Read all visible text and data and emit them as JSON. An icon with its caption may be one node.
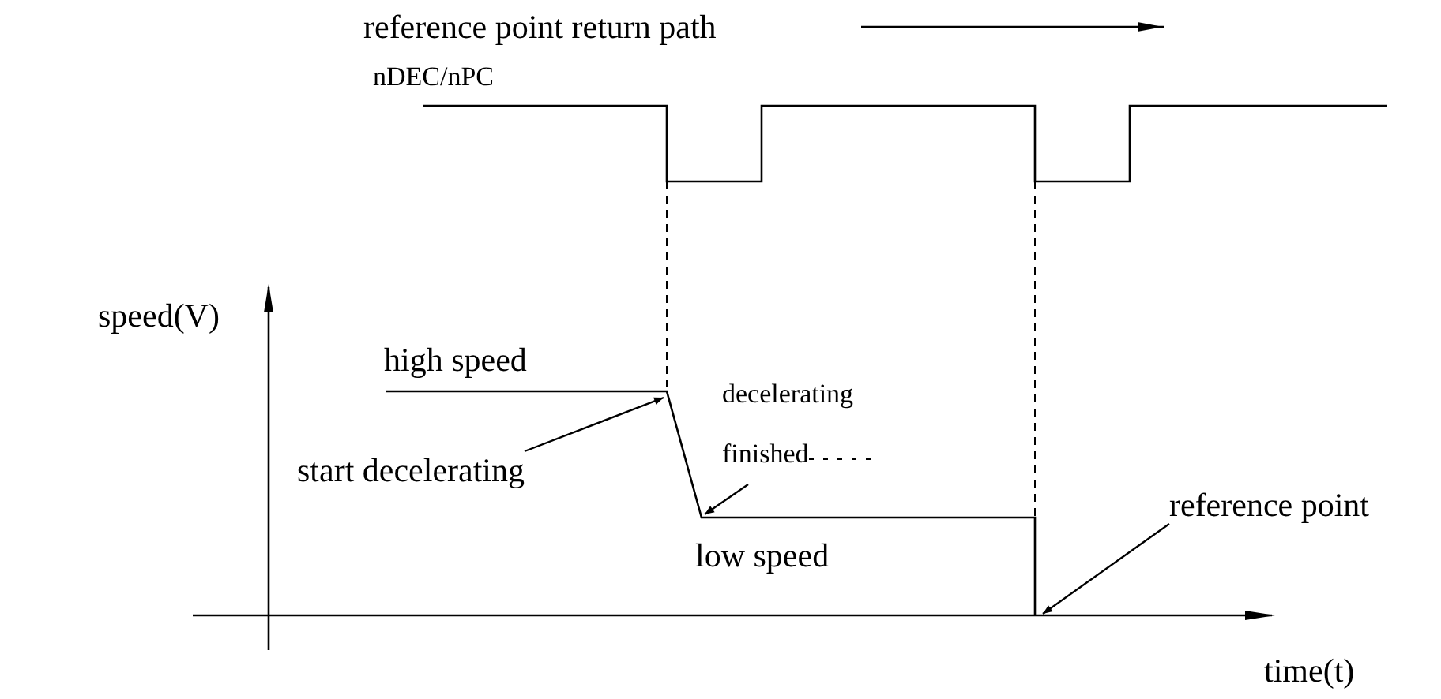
{
  "diagram": {
    "nodes": [
      {
        "text": [
          "start decelerating"
        ]
      },
      {
        "text": [
          "decelerating finished"
        ]
      },
      {
        "text": [
          "reference point"
        ]
      },
      {
        "text": [],
        "shape": "line"
      }
    ],
    "edges": [
      {
        "from": 0,
        "to": 3,
        "arrow": "to"
      },
      {
        "from": 1,
        "to": 3,
        "arrow": "to"
      },
      {
        "from": 2,
        "to": 3,
        "arrow": "to"
      }
    ],
    "labels": [
      "reference point return path",
      "nDEC/nPC",
      "speed(V)",
      "high speed",
      "low speed",
      "time(t)"
    ]
  }
}
